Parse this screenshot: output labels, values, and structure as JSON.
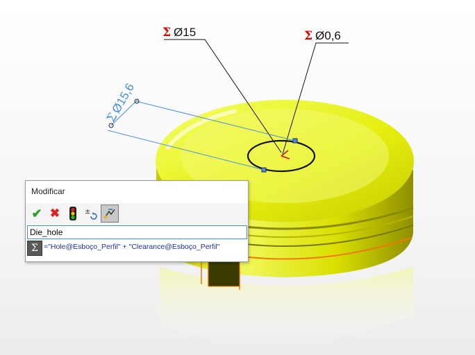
{
  "dimensions": {
    "diameter_main": "Ø15",
    "diameter_small": "Ø0,6",
    "diameter_angled": "Ø15,6",
    "sigma": "Σ"
  },
  "dialog": {
    "title": "Modificar",
    "name_value": "Die_hole",
    "equation": "=\"Hole@Esboço_Perfil\" + \"Clearance@Esboço_Perfil\"",
    "sigma_label": "Σ"
  },
  "icons": {
    "ok": "checkmark-icon",
    "cancel": "x-icon",
    "rebuild": "traffic-light-icon",
    "spin": "plus-minus-spin-icon",
    "mark": "mark-dimension-icon"
  },
  "colors": {
    "part_yellow": "#e8f000",
    "dimension_blue": "#4a90e2",
    "sigma_red": "#e00000",
    "edge_orange": "#f07800"
  }
}
